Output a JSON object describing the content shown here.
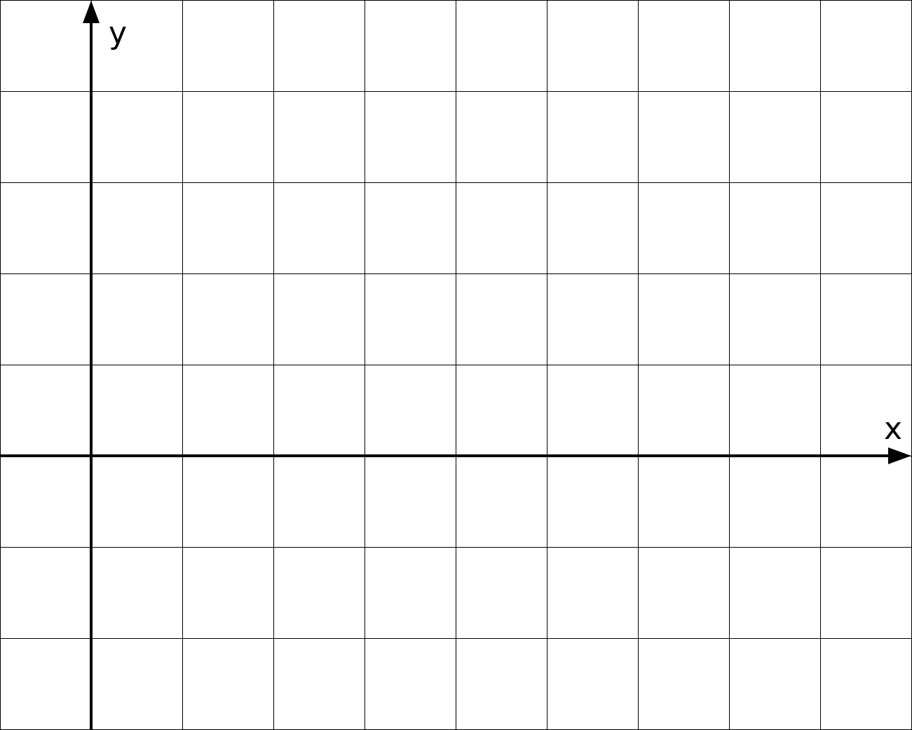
{
  "diagram": {
    "type": "coordinate-grid",
    "grid": {
      "columns": 10,
      "rows": 8,
      "origin_column": 1,
      "origin_row": 5,
      "line_color": "#000000",
      "background_color": "#ffffff"
    },
    "axes": {
      "x_label": "x",
      "y_label": "y",
      "color": "#000000",
      "arrowheads": [
        "x-positive",
        "y-positive"
      ]
    }
  }
}
